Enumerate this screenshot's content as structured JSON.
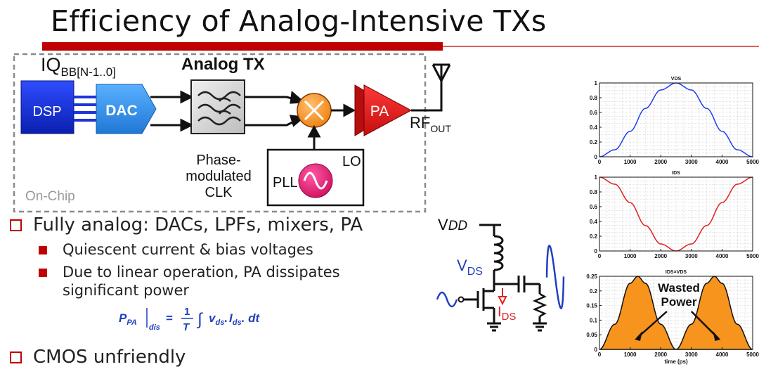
{
  "slide": {
    "title": "Efficiency of Analog-Intensive TXs"
  },
  "block_diagram": {
    "iq_label": "IQ",
    "iq_subscript": "BB[N-1..0]",
    "section_title": "Analog TX",
    "dsp": "DSP",
    "dac": "DAC",
    "pa": "PA",
    "rf_out": "RF",
    "rf_out_subscript": "OUT",
    "clk_line1": "Phase-",
    "clk_line2": "modulated",
    "clk_line3": "CLK",
    "pll": "PLL",
    "lo": "LO",
    "on_chip": "On-Chip",
    "colors": {
      "dsp": "#1d35d8",
      "dac": "#2f8fe8",
      "pa": "#e02020",
      "mixer": "#f7941d",
      "pll": "#e6207a",
      "title_bar": "#c00000"
    }
  },
  "bullets": {
    "b1": "Fully analog: DACs, LPFs, mixers, PA",
    "b1_sub1": "Quiescent current & bias voltages",
    "b1_sub2_line1": "Due to linear operation, PA dissipates",
    "b1_sub2_line2": "significant power",
    "b2": "CMOS unfriendly"
  },
  "equation": {
    "lhs": "P",
    "lhs_sub": "PA",
    "bar_sub": "dis",
    "eq": "=",
    "num": "1",
    "den": "T",
    "integral": "∫",
    "body": "v",
    "v_sub": "ds",
    "i": "I",
    "i_sub": "ds",
    "dt": "dt"
  },
  "circuit": {
    "vdd": "V",
    "vdd_sub": "DD",
    "vds": "V",
    "vds_sub": "DS",
    "ids": "I",
    "ids_sub": "DS"
  },
  "chart_data": [
    {
      "type": "line",
      "title": "VDS",
      "x": [
        0,
        500,
        1000,
        1500,
        2000,
        2500,
        3000,
        3500,
        4000,
        4500,
        5000
      ],
      "series": [
        {
          "values": [
            0,
            0.095,
            0.345,
            0.655,
            0.905,
            1.0,
            0.905,
            0.655,
            0.345,
            0.095,
            0
          ],
          "color": "#1f3ff0"
        }
      ],
      "xlim": [
        0,
        5000
      ],
      "ylim": [
        0,
        1
      ],
      "xticks": [
        "0",
        "1000",
        "2000",
        "3000",
        "4000",
        "5000"
      ],
      "yticks": [
        "0",
        "0.2",
        "0.4",
        "0.6",
        "0.8",
        "1"
      ],
      "grid": true
    },
    {
      "type": "line",
      "title": "IDS",
      "x": [
        0,
        500,
        1000,
        1500,
        2000,
        2500,
        3000,
        3500,
        4000,
        4500,
        5000
      ],
      "series": [
        {
          "values": [
            1.0,
            0.905,
            0.655,
            0.345,
            0.095,
            0,
            0.095,
            0.345,
            0.655,
            0.905,
            1.0
          ],
          "color": "#e02020"
        }
      ],
      "xlim": [
        0,
        5000
      ],
      "ylim": [
        0,
        1
      ],
      "xticks": [
        "0",
        "1000",
        "2000",
        "3000",
        "4000",
        "5000"
      ],
      "yticks": [
        "0",
        "0.2",
        "0.4",
        "0.6",
        "0.8",
        "1"
      ],
      "grid": true
    },
    {
      "type": "area",
      "title": "IDS×VDS",
      "xlabel": "time (ps)",
      "x": [
        0,
        500,
        1000,
        1250,
        1500,
        2000,
        2500,
        3000,
        3500,
        3750,
        4000,
        4500,
        5000
      ],
      "series": [
        {
          "values": [
            0,
            0.086,
            0.226,
            0.25,
            0.226,
            0.086,
            0,
            0.086,
            0.226,
            0.25,
            0.226,
            0.086,
            0
          ],
          "color": "#f7941d"
        }
      ],
      "xlim": [
        0,
        5000
      ],
      "ylim": [
        0,
        0.25
      ],
      "xticks": [
        "0",
        "1000",
        "2000",
        "3000",
        "4000",
        "5000"
      ],
      "yticks": [
        "0",
        "0.05",
        "0.1",
        "0.15",
        "0.2",
        "0.25"
      ],
      "grid": true,
      "annotation_line1": "Wasted",
      "annotation_line2": "Power"
    }
  ]
}
